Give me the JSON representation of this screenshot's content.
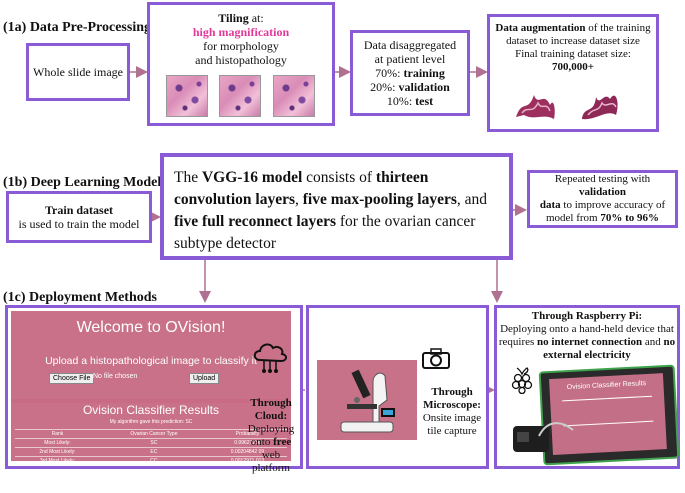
{
  "sections": {
    "preprocessing": "(1a) Data Pre-Processing",
    "deep_learning": "(1b) Deep Learning Model",
    "deployment": "(1c) Deployment Methods"
  },
  "preprocessing": {
    "wsi": "Whole slide image",
    "tiling_prefix": "Tiling",
    "tiling_at": " at:",
    "tiling_highlight": "high magnification",
    "tiling_line3": "for morphology",
    "tiling_line4": "and histopathology",
    "split_line1": "Data disaggregated",
    "split_line2": "at patient level",
    "split_train_pct": "70%: ",
    "split_train": "training",
    "split_val_pct": "20%: ",
    "split_val": "validation",
    "split_test_pct": "10%: ",
    "split_test": "test",
    "aug_bold": "Data augmentation",
    "aug_rest": " of the training",
    "aug_line2": "dataset to increase dataset size",
    "aug_line3": "Final training dataset size:",
    "aug_size": "700,000+"
  },
  "model": {
    "train_title": "Train dataset",
    "train_sub": "is used to train the model",
    "vgg_a": "The ",
    "vgg_b": "VGG-16 model",
    "vgg_c": " consists of ",
    "vgg_d": "thirteen",
    "vgg_e": "convolution layers",
    "vgg_f": ", ",
    "vgg_g": "five max-pooling layers",
    "vgg_h": ", and",
    "vgg_i": "five full reconnect layers",
    "vgg_j": " for the ovarian cancer",
    "vgg_k": "subtype detector",
    "val_a": "Repeated testing with ",
    "val_b": "validation",
    "val_c": "data",
    "val_d": " to improve accuracy of",
    "val_e": "model from ",
    "val_f": "70% to 96%"
  },
  "deployment": {
    "web_welcome": "Welcome to OVision!",
    "web_upload": "Upload a histopathological image to classify it",
    "web_choose": "Choose File",
    "web_nofile": "No file chosen",
    "web_upload_btn": "Upload",
    "web_results_title": "Ovision Classifier Results",
    "web_prediction": "My algorithm gave this prediction: SC",
    "web_headers": [
      "Rank",
      "Ovarian Cancer Type",
      "Probability"
    ],
    "web_rows": [
      [
        "Most Likely:",
        "SC",
        "0.99627256"
      ],
      [
        "2nd Most Likely:",
        "EC",
        "0.00204842 09"
      ],
      [
        "3rd Most Likely:",
        "CC",
        "0.0012971 013"
      ]
    ],
    "cloud_title": "Through",
    "cloud_title2": "Cloud:",
    "cloud_l1": "Deploying",
    "cloud_l2a": "onto ",
    "cloud_l2b": "free",
    "cloud_l3": "web",
    "cloud_l4": "platform",
    "micro_title": "Through",
    "micro_title2": "Microscope:",
    "micro_l1": "Onsite image",
    "micro_l2": "tile capture",
    "rpi_title": "Through Raspberry Pi:",
    "rpi_l1": "Deploying onto a hand-held device that",
    "rpi_l2a": "requires ",
    "rpi_l2b": "no internet connection",
    "rpi_l2c": " and ",
    "rpi_l2d": "no",
    "rpi_l3": "external electricity",
    "rpi_screen_title": "Ovision Classifier Results"
  },
  "colors": {
    "box_border": "#8a5bd6",
    "highlight": "#e0399a",
    "arrow": "#b07090",
    "web_bg": "#c87189"
  },
  "icons": [
    "cloud-network-icon",
    "camera-icon",
    "raspberry-pi-icon",
    "microscope-icon"
  ]
}
